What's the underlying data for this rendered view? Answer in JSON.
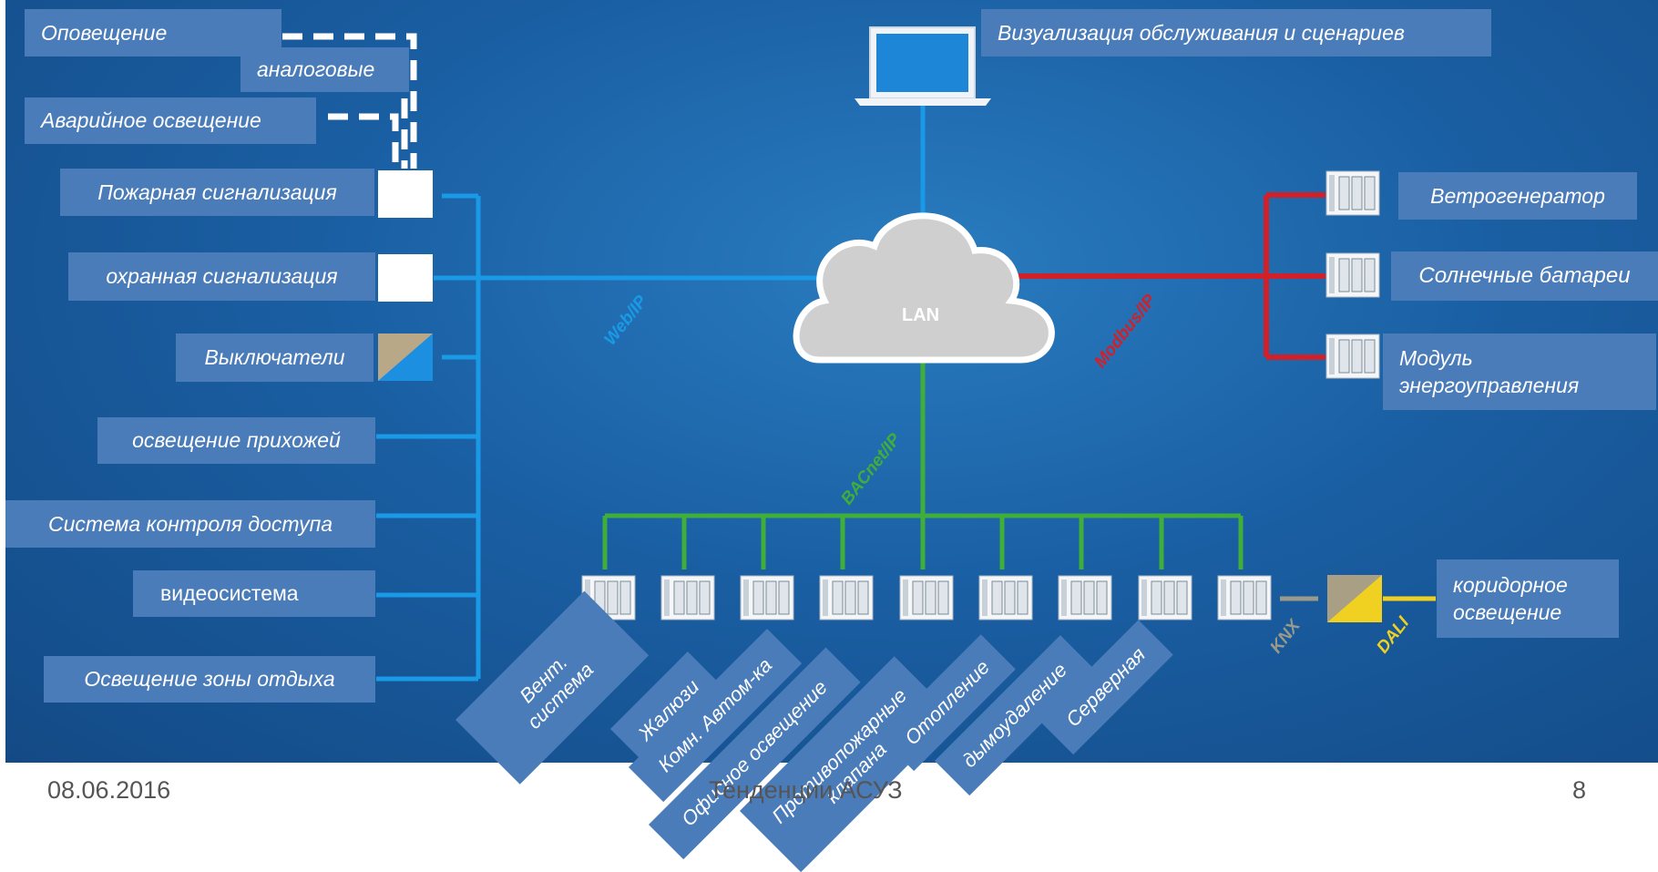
{
  "left_labels": {
    "notification": "Оповещение",
    "analog": "аналоговые",
    "emergency_light": "Аварийное освещение",
    "fire_alarm": "Пожарная сигнализация",
    "security_alarm": "охранная сигнализация",
    "switches": "Выключатели",
    "hall_light": "освещение прихожей",
    "access_control": "Система контроля доступа",
    "video": "видеосистема",
    "rest_light": "Освещение зоны отдыха"
  },
  "top_label": "Визуализация обслуживания и сценариев",
  "right_labels": {
    "wind": "Ветрогенератор",
    "solar": "Солнечные батареи",
    "energy": "Модуль энергоуправления"
  },
  "corridor_label": "коридорное освещение",
  "cloud_label": "LAN",
  "protocols": {
    "web": "Web/IP",
    "modbus": "Modbus/IP",
    "bacnet": "BACnet/IP",
    "knx": "KNX",
    "dali": "DALI"
  },
  "bottom_labels": {
    "vent": "Вент. система",
    "blinds": "Жалюзи",
    "room_auto": "Комн. Автом-ка",
    "office_light": "Офисное освещение",
    "fire_valves": "Противопожарные клапана",
    "heating": "Отопление",
    "smoke": "дымоудаление",
    "server": "Серверная"
  },
  "footer": {
    "date": "08.06.2016",
    "title": "Тенденции АСУЗ",
    "page": "8"
  },
  "colors": {
    "web_line": "#1a9ae6",
    "modbus_line": "#d0202a",
    "bacnet_line": "#3fae3a",
    "knx_line": "#9a9a8a",
    "dali_line": "#f0d020",
    "label_bg": "#4a7cba"
  }
}
